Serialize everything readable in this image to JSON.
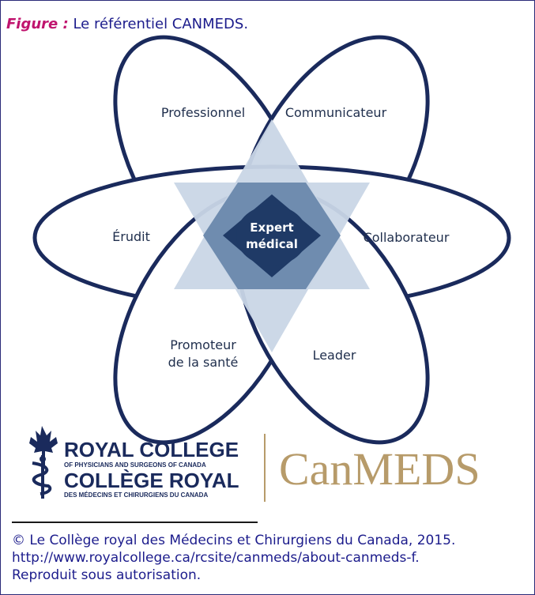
{
  "caption": {
    "prefix": "Figure :",
    "text": "Le référentiel CANMEDS."
  },
  "diagram": {
    "center": {
      "line1": "Expert",
      "line2": "médical"
    },
    "petals": {
      "professionnel": "Professionnel",
      "communicateur": "Communicateur",
      "collaborateur": "Collaborateur",
      "leader": "Leader",
      "promoteur_line1": "Promoteur",
      "promoteur_line2": "de la santé",
      "erudit": "Érudit"
    },
    "colors": {
      "petal_outline": "#1a2a5c",
      "light_blue": "#c9d6e6",
      "mid_blue": "#6f8caf",
      "dark_blue": "#1f3a66",
      "canmeds_gold": "#b79b6a"
    }
  },
  "logo": {
    "royal_college": "ROYAL COLLEGE",
    "royal_college_sub": "OF PHYSICIANS AND SURGEONS OF CANADA",
    "college_royal": "COLLÈGE ROYAL",
    "college_royal_sub": "DES MÉDECINS ET CHIRURGIENS DU CANADA",
    "canmeds": "CanMEDS"
  },
  "footer": {
    "line1": "© Le Collège royal des Médecins et Chirurgiens du Canada, 2015.",
    "line2": "http://www.royalcollege.ca/rcsite/canmeds/about-canmeds-f.",
    "line3": "Reproduit sous autorisation."
  }
}
